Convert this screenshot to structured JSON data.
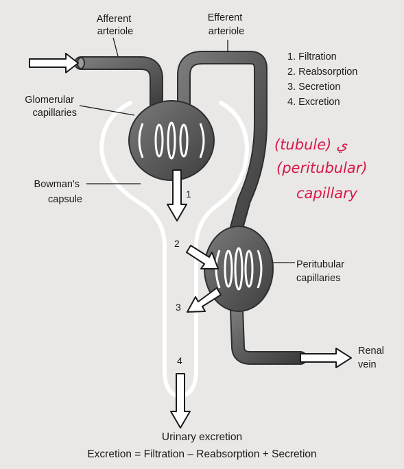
{
  "labels": {
    "afferent": [
      "Afferent",
      "arteriole"
    ],
    "efferent": [
      "Efferent",
      "arteriole"
    ],
    "glomerular": [
      "Glomerular",
      "capillaries"
    ],
    "bowmans": [
      "Bowman's",
      "capsule"
    ],
    "peritubular": [
      "Peritubular",
      "capillaries"
    ],
    "renal": [
      "Renal",
      "vein"
    ]
  },
  "steps": [
    "1. Filtration",
    "2. Reabsorption",
    "3. Secretion",
    "4. Excretion"
  ],
  "arrow_numbers": {
    "one": "1",
    "two": "2",
    "three": "3",
    "four": "4"
  },
  "handwritten": [
    "(tubule) ي",
    "(peritubular)",
    "capillary"
  ],
  "caption": "Urinary excretion",
  "formula": "Excretion = Filtration – Reabsorption + Secretion",
  "colors": {
    "background": "#eae8e6",
    "vessel": "#5b5b5b",
    "capsule_outline": "#ffffff",
    "handwriting": "#d8184a"
  }
}
